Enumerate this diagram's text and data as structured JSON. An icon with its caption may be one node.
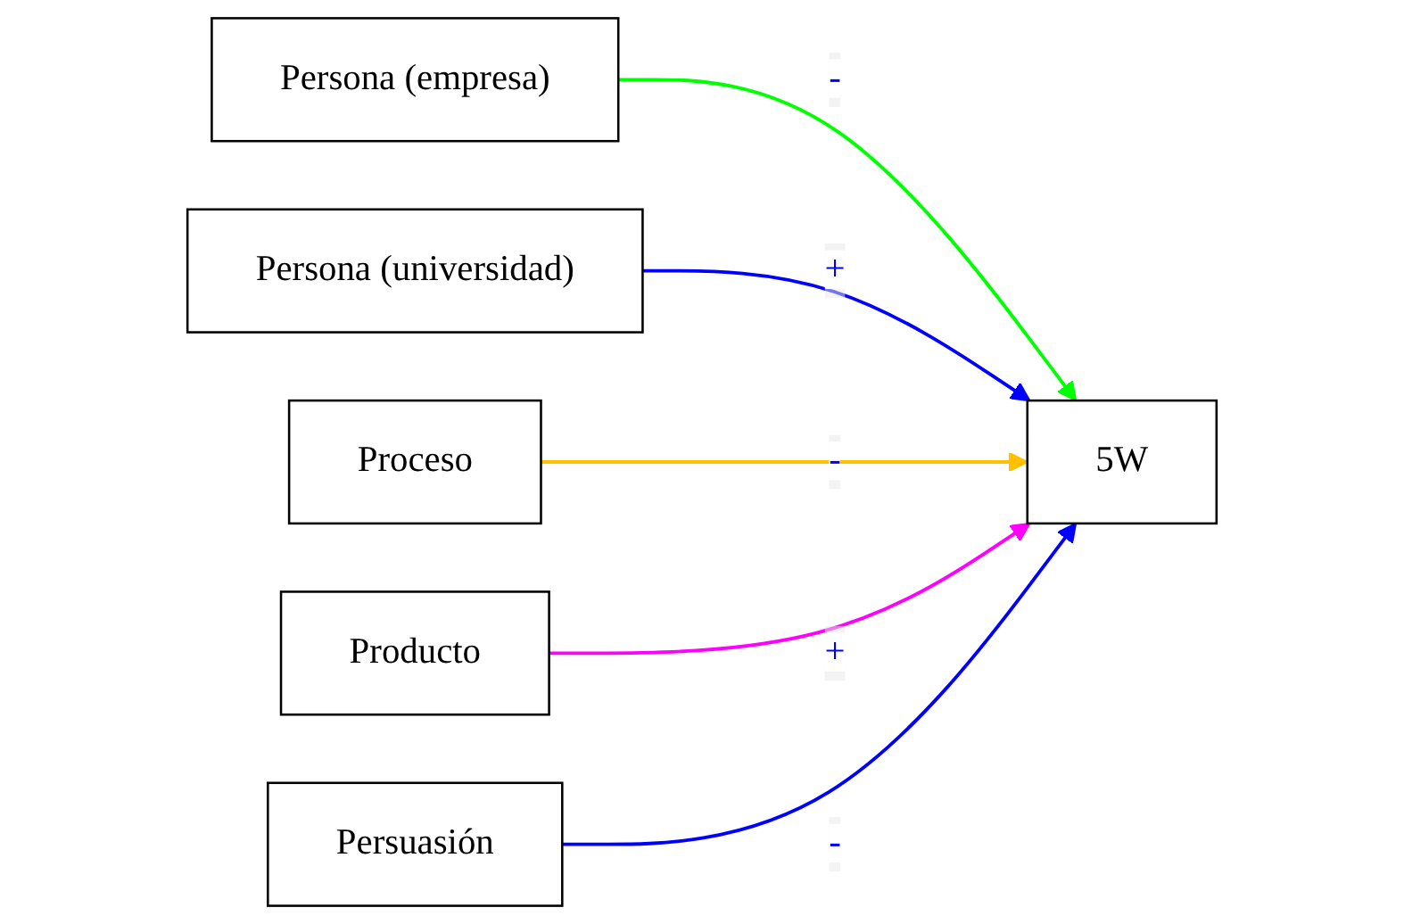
{
  "diagram": {
    "nodes": [
      {
        "text": [
          "Persona (empresa)"
        ]
      },
      {
        "text": [
          "Persona (universidad)"
        ]
      },
      {
        "text": [
          "Proceso"
        ]
      },
      {
        "text": [
          "Producto"
        ]
      },
      {
        "text": [
          "Persuasión"
        ]
      },
      {
        "text": [
          "5W"
        ]
      }
    ],
    "edges": [
      {
        "from": 0,
        "to": 5,
        "arrow": "to",
        "label": "-",
        "color": "#00ff00"
      },
      {
        "from": 1,
        "to": 5,
        "arrow": "to",
        "label": "+",
        "color": "#0000ff"
      },
      {
        "from": 2,
        "to": 5,
        "arrow": "to",
        "label": "-",
        "color": "#ffc000"
      },
      {
        "from": 3,
        "to": 5,
        "arrow": "to",
        "label": "+",
        "color": "#ff00ff"
      },
      {
        "from": 4,
        "to": 5,
        "arrow": "to",
        "label": "-",
        "color": "#0000ff"
      }
    ]
  }
}
